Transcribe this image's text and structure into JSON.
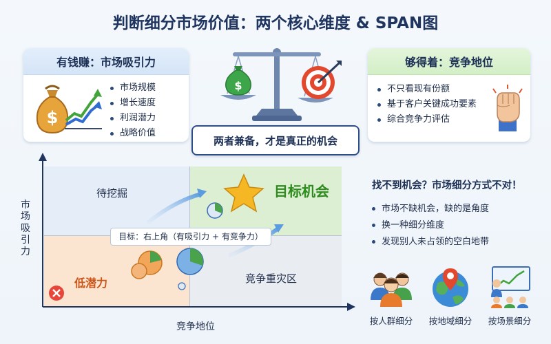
{
  "title": "判断细分市场价值：两个核心维度 & SPAN图",
  "left_card": {
    "heading": "有钱赚：市场吸引力",
    "items": [
      "市场规模",
      "增长速度",
      "利润潜力",
      "战略价值"
    ]
  },
  "right_card": {
    "heading": "够得着：竞争地位",
    "items": [
      "不只看现有份额",
      "基于客户关键成功要素",
      "综合竞争力评估"
    ]
  },
  "banner": "两者兼备，才是真正的机会",
  "span_chart": {
    "y_axis_label": "市场吸引力",
    "x_axis_label": "竞争地位",
    "quadrants": {
      "top_left": "待挖掘",
      "top_right": "目标机会",
      "bottom_left": "低潜力",
      "bottom_right": "竞争重灾区"
    },
    "goal_note": "目标：右上角（有吸引力 + 有竞争力）"
  },
  "right_panel": {
    "heading": "找不到机会？市场细分方式不对！",
    "items": [
      "市场不缺机会，缺的是角度",
      "换一种细分维度",
      "发现别人未占领的空白地带"
    ],
    "methods": [
      "按人群细分",
      "按地域细分",
      "按场景细分"
    ]
  },
  "icons": [
    "money-bag-icon",
    "growth-arrows-icon",
    "balance-scale-icon",
    "target-icon",
    "fist-icon",
    "star-icon",
    "cross-icon",
    "people-icon",
    "globe-pin-icon",
    "presentation-icon"
  ],
  "colors": {
    "title": "#1f3560",
    "quadrant_top_left": "#e4edf8",
    "quadrant_top_right": "#dcefd2",
    "quadrant_bottom_left": "#fbe4d0",
    "quadrant_bottom_right": "#e9ecf1",
    "goal_green": "#2e8b1e",
    "low_orange": "#c9551a"
  }
}
